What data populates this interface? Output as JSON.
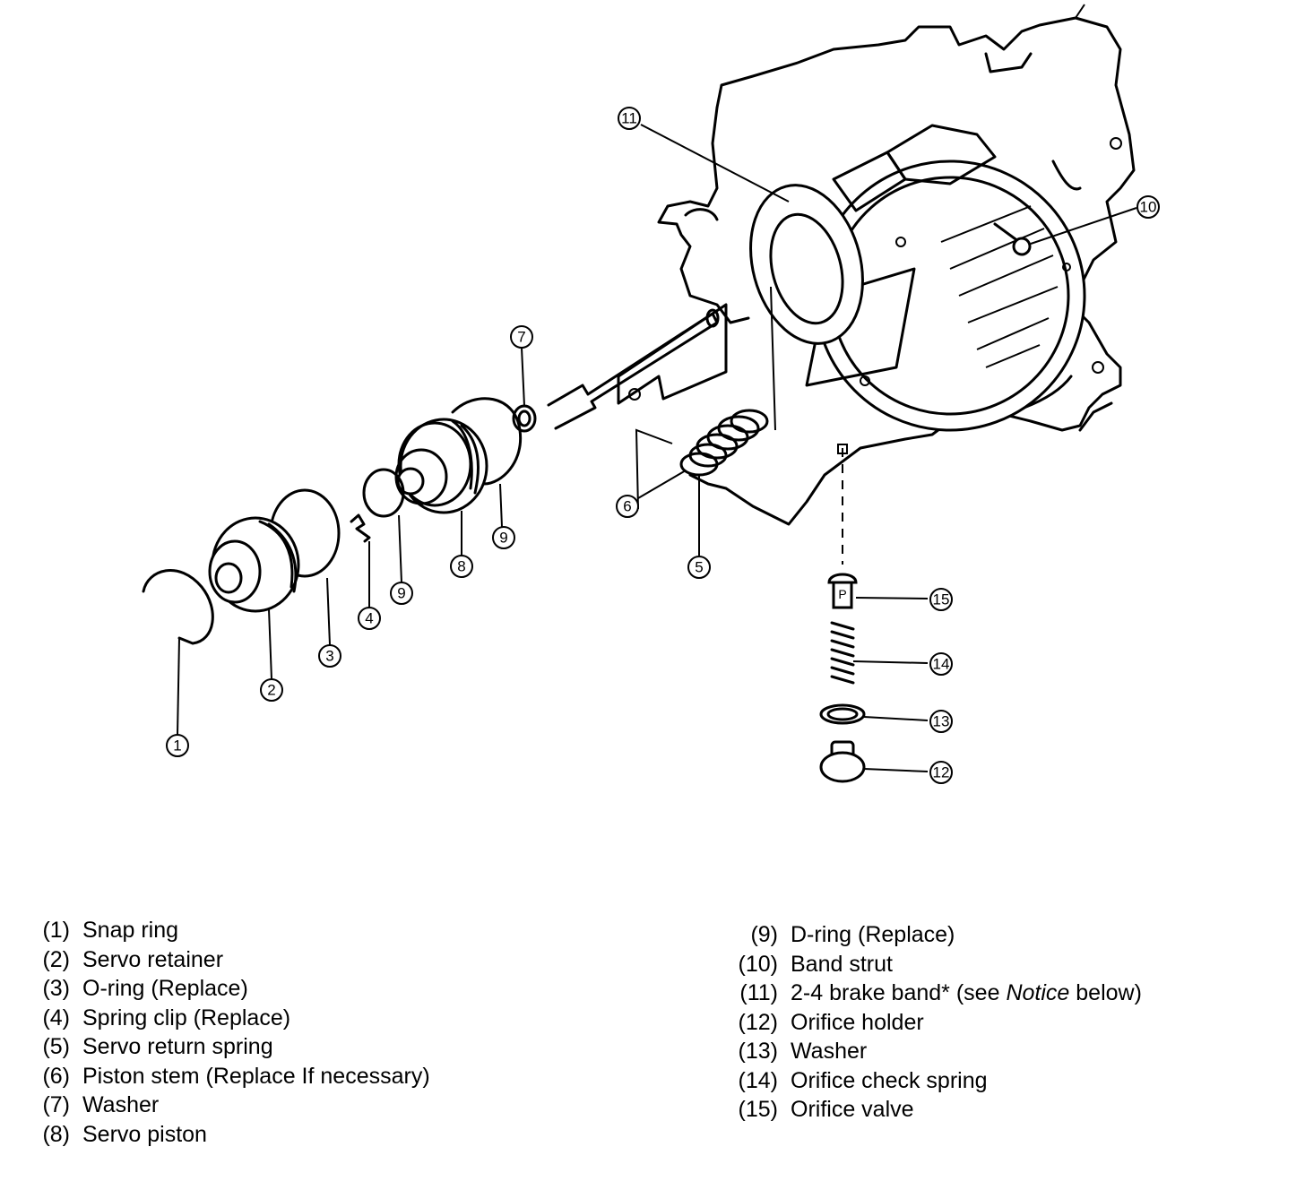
{
  "callouts": [
    "1",
    "2",
    "3",
    "4",
    "5",
    "6",
    "7",
    "8",
    "9",
    "9",
    "10",
    "11",
    "12",
    "13",
    "14",
    "15"
  ],
  "legend_left": [
    {
      "num": "(1)",
      "text": "Snap ring"
    },
    {
      "num": "(2)",
      "text": "Servo retainer"
    },
    {
      "num": "(3)",
      "text": "O-ring (Replace)"
    },
    {
      "num": "(4)",
      "text": "Spring clip (Replace)"
    },
    {
      "num": "(5)",
      "text": "Servo return spring"
    },
    {
      "num": "(6)",
      "text": "Piston stem (Replace If necessary)"
    },
    {
      "num": "(7)",
      "text": "Washer"
    },
    {
      "num": "(8)",
      "text": "Servo piston"
    }
  ],
  "legend_right": [
    {
      "num": "(9)",
      "text": "D-ring (Replace)"
    },
    {
      "num": "(10)",
      "text": "Band strut"
    },
    {
      "num": "(11)",
      "text": "2-4 brake band* (see ",
      "em": "Notice",
      "after": " below)"
    },
    {
      "num": "(12)",
      "text": "Orifice holder"
    },
    {
      "num": "(13)",
      "text": "Washer"
    },
    {
      "num": "(14)",
      "text": "Orifice check spring"
    },
    {
      "num": "(15)",
      "text": "Orifice valve"
    }
  ]
}
